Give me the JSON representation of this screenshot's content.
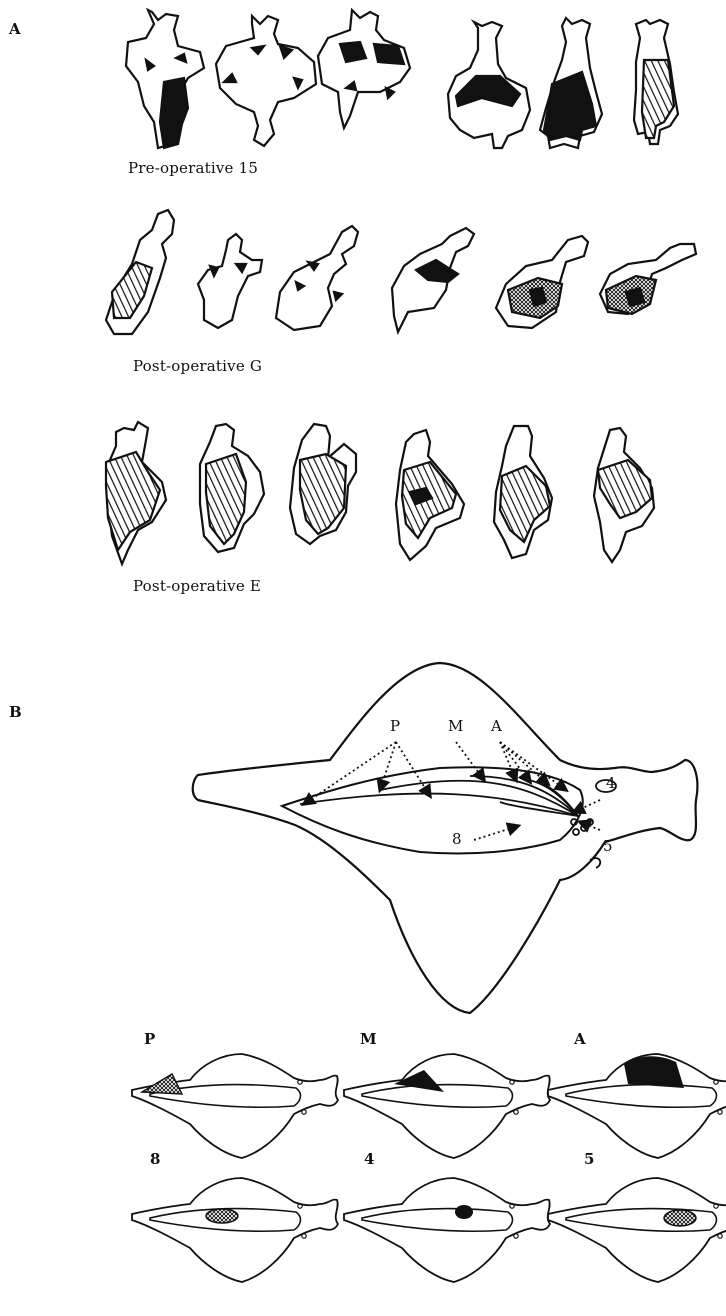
{
  "panels": {
    "a": {
      "letter": "A"
    },
    "b": {
      "letter": "B"
    }
  },
  "rows": [
    {
      "caption": "Pre-operative 15"
    },
    {
      "caption": "Post-operative G"
    },
    {
      "caption": "Post-operative E"
    }
  ],
  "diagram": {
    "labels": {
      "p": "P",
      "m": "M",
      "a": "A",
      "four": "4",
      "eight": "8",
      "five": "5"
    }
  },
  "mini_maps": [
    {
      "label": "P"
    },
    {
      "label": "M"
    },
    {
      "label": "A"
    },
    {
      "label": "8"
    },
    {
      "label": "4"
    },
    {
      "label": "5"
    }
  ]
}
